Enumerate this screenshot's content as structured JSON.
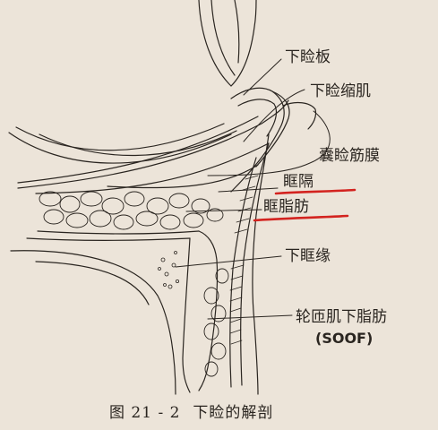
{
  "diagram": {
    "labels": {
      "lower_tarsus": "下睑板",
      "lower_retractor": "下睑缩肌",
      "capsulopalpebral_fascia": "囊睑筋膜",
      "orbital_septum": "眶隔",
      "orbital_fat": "眶脂肪",
      "orbital_rim": "下眶缘",
      "soof_line1": "轮匝肌下脂肪",
      "soof_line2": "(SOOF)"
    },
    "caption": {
      "figure_number": "图 21 - 2",
      "title": "下睑的解剖"
    },
    "colors": {
      "background": "#ece4d9",
      "ink": "#2a2520",
      "highlight_underline": "#d3231f"
    }
  }
}
